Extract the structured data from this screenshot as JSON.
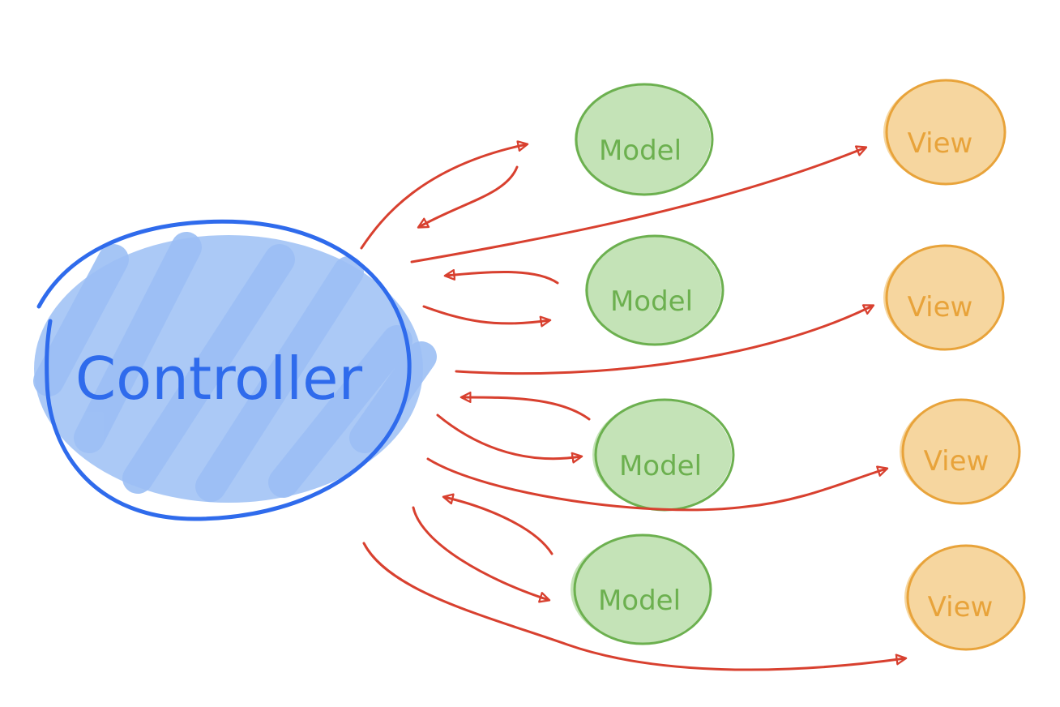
{
  "colors": {
    "controller_stroke": "#2f6bec",
    "controller_fill": "#9cbff5",
    "model_stroke": "#6cb04f",
    "model_fill": "#c4e3b7",
    "view_stroke": "#e8a33a",
    "view_fill": "#f6d69f",
    "arrow": "#d8402f"
  },
  "controller": {
    "label": "Controller"
  },
  "models": [
    {
      "label": "Model"
    },
    {
      "label": "Model"
    },
    {
      "label": "Model"
    },
    {
      "label": "Model"
    }
  ],
  "views": [
    {
      "label": "View"
    },
    {
      "label": "View"
    },
    {
      "label": "View"
    },
    {
      "label": "View"
    }
  ]
}
